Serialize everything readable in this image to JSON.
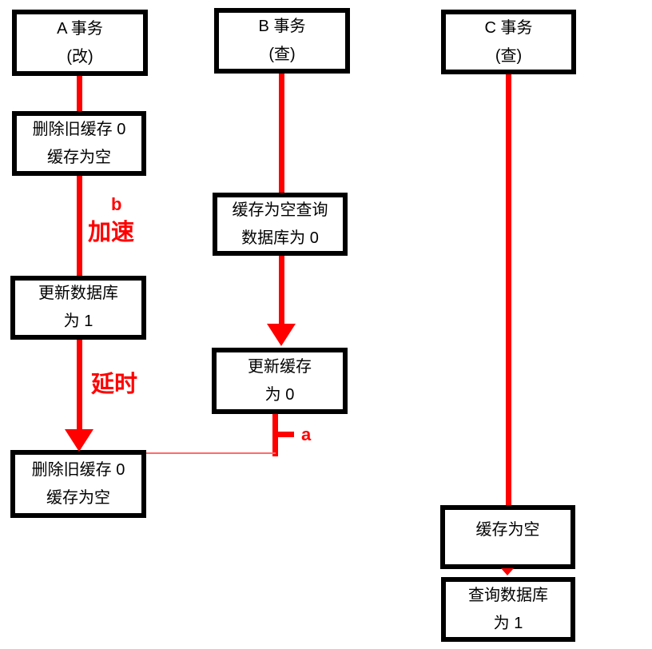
{
  "colors": {
    "arrow_red": "#ff0000",
    "thin_connector_red": "#ff6b6b",
    "box_border": "#000000",
    "background": "#ffffff",
    "text": "#000000"
  },
  "lanes": {
    "a": {
      "header": "A 事务\n(改)",
      "box_delete_cache_1": "删除旧缓存 0\n缓存为空",
      "box_update_db": "更新数据库\n为 1",
      "box_delete_cache_2": "删除旧缓存 0\n缓存为空",
      "label_b": "b",
      "label_accelerate": "加速",
      "label_delay": "延时"
    },
    "b": {
      "header": "B 事务\n(查)",
      "box_cache_empty_query_db": "缓存为空查询\n数据库为 0",
      "box_update_cache": "更新缓存\n为 0",
      "label_a": "a"
    },
    "c": {
      "header": "C 事务\n(查)",
      "box_cache_empty": "缓存为空",
      "box_query_db": "查询数据库\n为 1"
    }
  }
}
